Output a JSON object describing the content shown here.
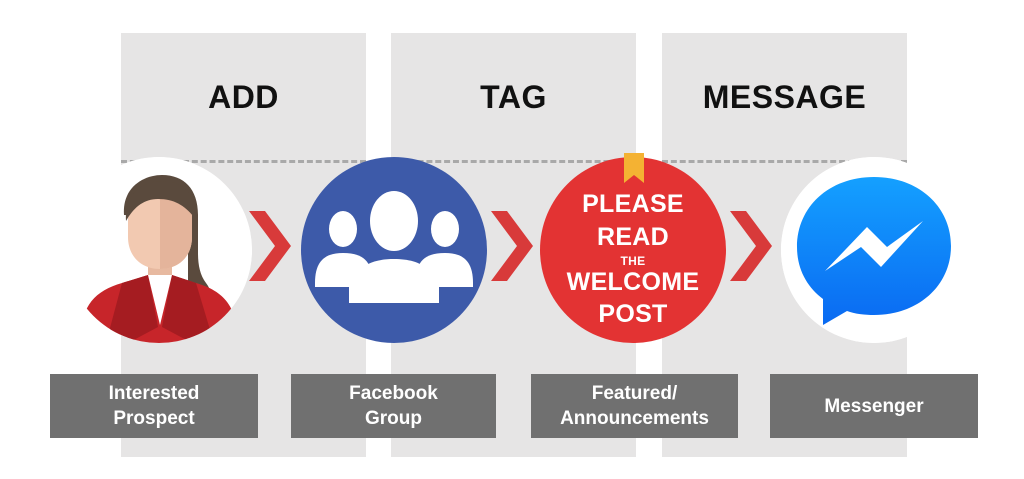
{
  "columns": [
    {
      "title": "ADD"
    },
    {
      "title": "TAG"
    },
    {
      "title": "MESSAGE"
    }
  ],
  "steps": [
    {
      "line1": "Interested",
      "line2": "Prospect"
    },
    {
      "line1": "Facebook",
      "line2": "Group"
    },
    {
      "line1": "Featured/",
      "line2": "Announcements"
    },
    {
      "line1": "Messenger",
      "line2": ""
    }
  ],
  "post": {
    "line1": "PLEASE",
    "line2": "READ",
    "line3": "THE",
    "line4": "WELCOME",
    "line5": "POST"
  },
  "icons": {
    "person": "woman-avatar-icon",
    "group": "group-people-icon",
    "post": "pinned-post-badge-icon",
    "messenger": "messenger-icon",
    "arrow": "chevron-right-icon"
  },
  "colors": {
    "column_bg": "#e6e5e5",
    "label_bg": "#707070",
    "arrow": "#d83a3a",
    "group_blue": "#3d5aa9",
    "post_red": "#e33333",
    "ribbon_gold": "#f4b233",
    "messenger_blue": "#1a7cf5"
  }
}
